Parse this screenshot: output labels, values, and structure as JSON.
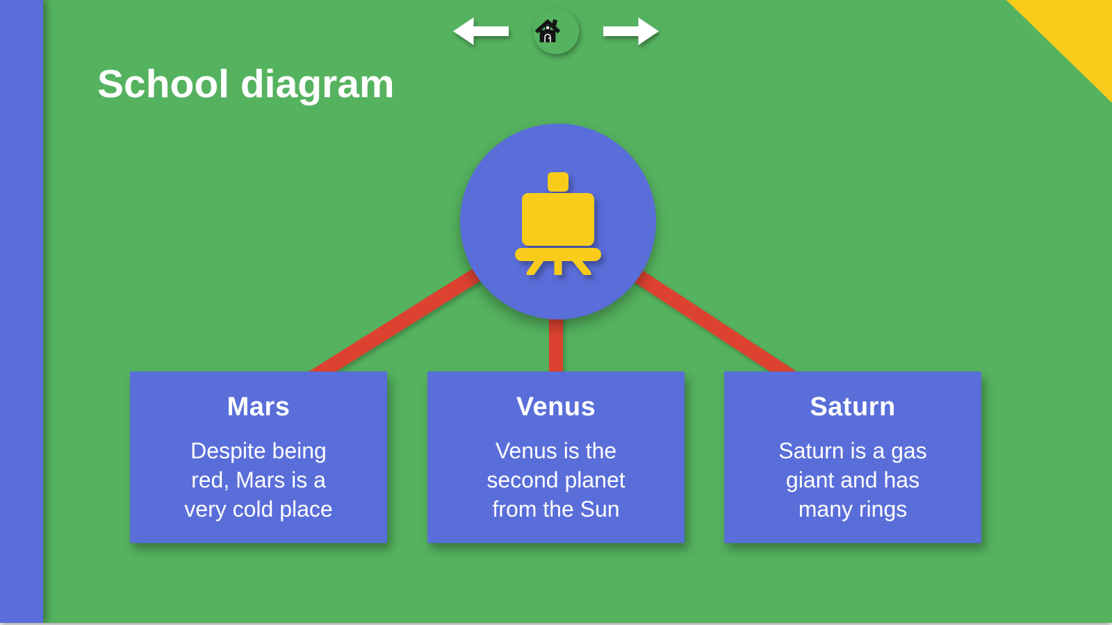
{
  "slide": {
    "title": "School diagram",
    "colors": {
      "background_green": "#55B25F",
      "accent_blue": "#5A6ED9",
      "accent_yellow": "#F9CC1B",
      "connector_red": "#DD4230",
      "text_white": "#FFFFFF",
      "home_icon_black": "#151515"
    }
  },
  "navigation": {
    "previous_button": {
      "icon": "left-arrow-icon"
    },
    "home_button": {
      "icon": "home-icon"
    },
    "next_button": {
      "icon": "right-arrow-icon"
    }
  },
  "diagram": {
    "center_node": {
      "icon": "easel-icon"
    },
    "cards": [
      {
        "title": "Mars",
        "body": "Despite being\nred, Mars is a\nvery cold place"
      },
      {
        "title": "Venus",
        "body": "Venus is the\nsecond planet\nfrom the Sun"
      },
      {
        "title": "Saturn",
        "body": "Saturn is a gas\ngiant and has\nmany rings"
      }
    ]
  }
}
